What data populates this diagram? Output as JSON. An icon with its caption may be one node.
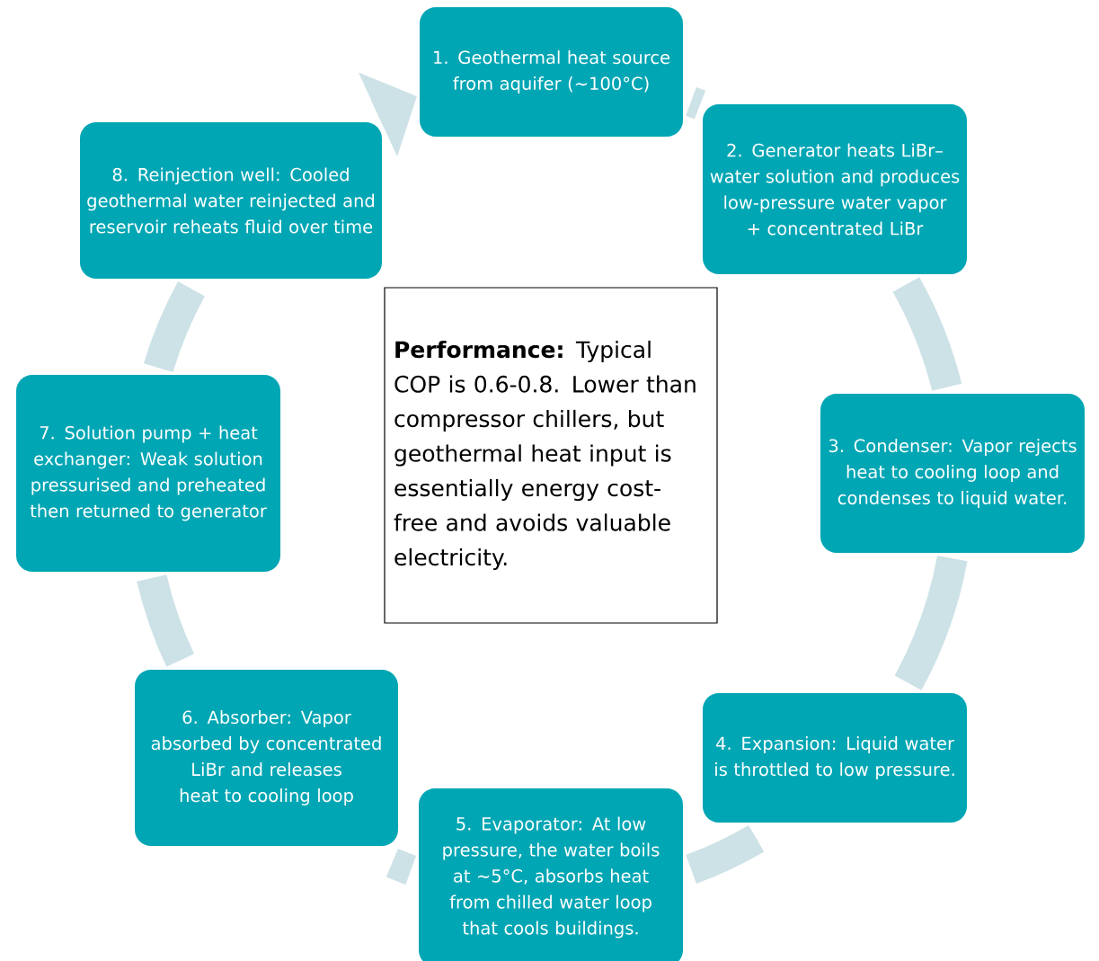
{
  "diagram": {
    "nodes": [
      {
        "text": [
          "1. Geothermal heat source from aquifer (~100°C)"
        ]
      },
      {
        "text": [
          "2. Generator heats LiBr–water solution and produces low-pressure water vapor + concentrated LiBr"
        ]
      },
      {
        "text": [
          "3. Condenser: Vapor rejects heat to cooling loop and condenses to liquid water."
        ]
      },
      {
        "text": [
          "4. Expansion: Liquid water is throttled to low pressure."
        ]
      },
      {
        "text": [
          "5. Evaporator: At low pressure, the water boils at ~5°C, absorbs heat from chilled water loop that cools buildings."
        ]
      },
      {
        "text": [
          "6. Absorber: Vapor absorbed by concentrated LiBr and releases heat to cooling loop"
        ]
      },
      {
        "text": [
          "7. Solution pump + heat exchanger: Weak solution pressurised and preheated then returned to generator"
        ]
      },
      {
        "text": [
          "8. Reinjection well: Cooled geothermal water reinjected and reservoir reheats fluid over time"
        ]
      },
      {
        "text": [
          "**Performance:** Typical COP is 0.6-0.8. Lower than compressor chillers, but geothermal heat input is essentially energy cost-free and avoids valuable electricity."
        ]
      }
    ],
    "edges": [
      {
        "from": 0,
        "to": 1,
        "arrow": "none"
      },
      {
        "from": 1,
        "to": 2,
        "arrow": "none"
      },
      {
        "from": 2,
        "to": 3,
        "arrow": "none"
      },
      {
        "from": 3,
        "to": 4,
        "arrow": "none"
      },
      {
        "from": 4,
        "to": 5,
        "arrow": "none"
      },
      {
        "from": 5,
        "to": 6,
        "arrow": "none"
      },
      {
        "from": 6,
        "to": 7,
        "arrow": "none"
      },
      {
        "from": 7,
        "to": 0,
        "arrow": "to"
      }
    ]
  }
}
